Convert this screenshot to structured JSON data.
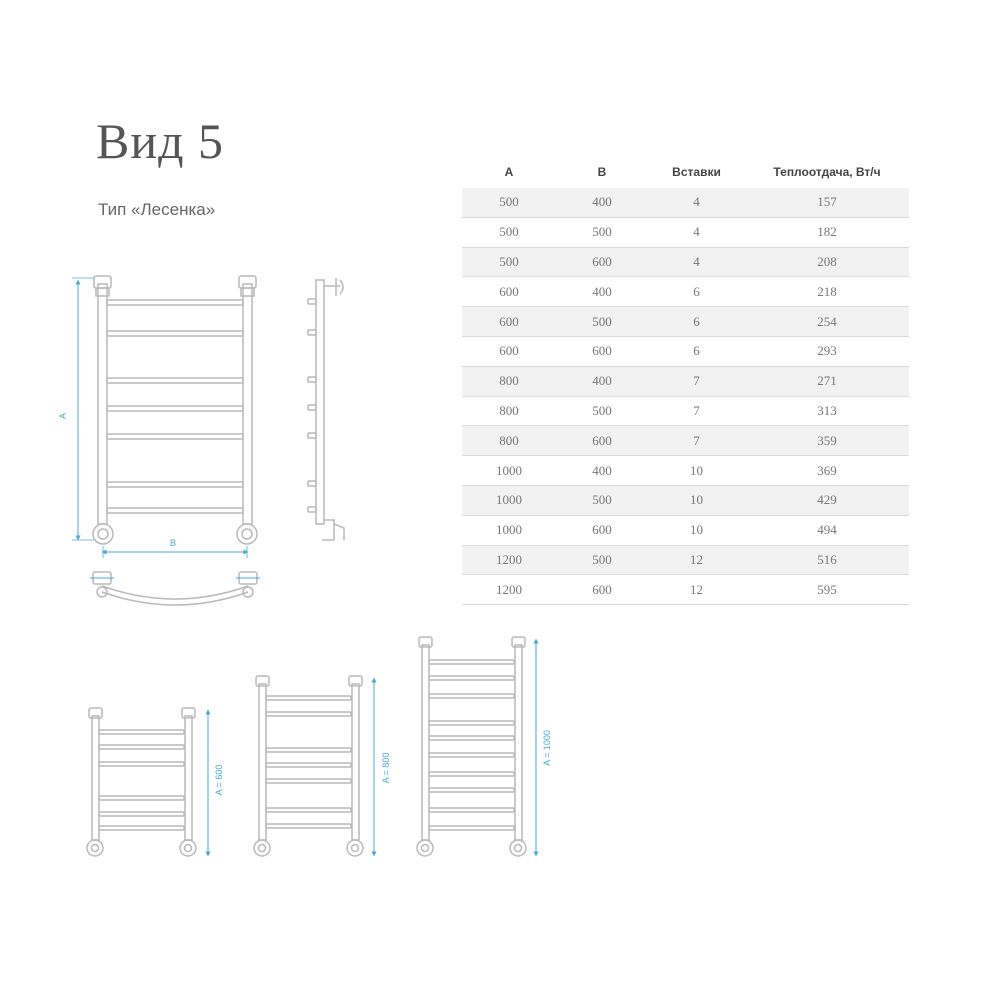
{
  "title": "Вид 5",
  "subtitle": "Тип «Лесенка»",
  "table": {
    "headers": [
      "A",
      "B",
      "Вставки",
      "Теплоотдача, Вт/ч"
    ],
    "rows": [
      [
        "500",
        "400",
        "4",
        "157"
      ],
      [
        "500",
        "500",
        "4",
        "182"
      ],
      [
        "500",
        "600",
        "4",
        "208"
      ],
      [
        "600",
        "400",
        "6",
        "218"
      ],
      [
        "600",
        "500",
        "6",
        "254"
      ],
      [
        "600",
        "600",
        "6",
        "293"
      ],
      [
        "800",
        "400",
        "7",
        "271"
      ],
      [
        "800",
        "500",
        "7",
        "313"
      ],
      [
        "800",
        "600",
        "7",
        "359"
      ],
      [
        "1000",
        "400",
        "10",
        "369"
      ],
      [
        "1000",
        "500",
        "10",
        "429"
      ],
      [
        "1000",
        "600",
        "10",
        "494"
      ],
      [
        "1200",
        "500",
        "12",
        "516"
      ],
      [
        "1200",
        "600",
        "12",
        "595"
      ]
    ]
  },
  "diagram_labels": {
    "height_dim": "A",
    "width_dim": "B",
    "variant_600": "A = 600",
    "variant_800": "A = 800",
    "variant_1000": "A = 1000"
  },
  "colors": {
    "line": "#b9b9b9",
    "dimension": "#4aa8d8"
  }
}
